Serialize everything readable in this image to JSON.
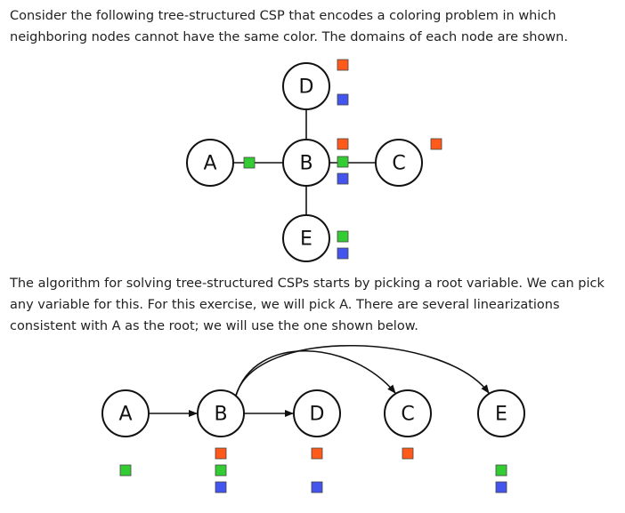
{
  "text": {
    "intro": "Consider the following tree-structured CSP that encodes a coloring problem in which neighboring nodes cannot have the same color. The domains of each node are shown.",
    "algorithm": "The algorithm for solving tree-structured CSPs starts by picking a root variable. We can pick any variable for this. For this exercise, we will pick A.   There are several linearizations consistent with A as the root; we will use the one shown below."
  },
  "colors": {
    "red": "#ff5a1a",
    "green": "#33cc33",
    "blue": "#4455ee"
  },
  "tree": {
    "nodes": [
      {
        "id": "D",
        "label": "D",
        "domain": [
          "red",
          "blue"
        ]
      },
      {
        "id": "A",
        "label": "A",
        "domain": [
          "green"
        ]
      },
      {
        "id": "B",
        "label": "B",
        "domain": [
          "red",
          "green",
          "blue"
        ]
      },
      {
        "id": "C",
        "label": "C",
        "domain": [
          "red"
        ]
      },
      {
        "id": "E",
        "label": "E",
        "domain": [
          "green",
          "blue"
        ]
      }
    ],
    "edges": [
      [
        "D",
        "B"
      ],
      [
        "A",
        "B"
      ],
      [
        "B",
        "C"
      ],
      [
        "B",
        "E"
      ]
    ]
  },
  "linearization": {
    "order": [
      {
        "id": "A",
        "label": "A",
        "domain": [
          "green"
        ]
      },
      {
        "id": "B",
        "label": "B",
        "domain": [
          "red",
          "green",
          "blue"
        ]
      },
      {
        "id": "D",
        "label": "D",
        "domain": [
          "red",
          "blue"
        ]
      },
      {
        "id": "C",
        "label": "C",
        "domain": [
          "red"
        ]
      },
      {
        "id": "E",
        "label": "E",
        "domain": [
          "green",
          "blue"
        ]
      }
    ],
    "arrows": [
      [
        "A",
        "B"
      ],
      [
        "B",
        "D"
      ],
      [
        "B",
        "C"
      ],
      [
        "B",
        "E"
      ]
    ]
  }
}
